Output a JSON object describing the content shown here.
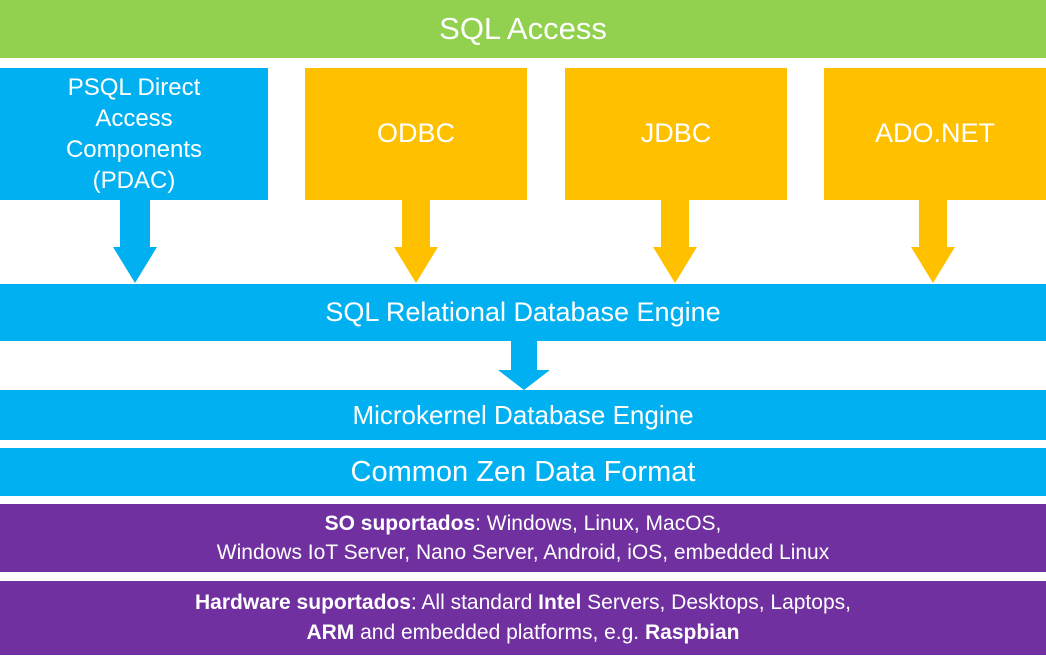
{
  "top": {
    "title": "SQL Access"
  },
  "access_boxes": [
    {
      "lines": [
        "PSQL Direct",
        "Access",
        "Components",
        "(PDAC)"
      ],
      "color": "#00b0f0"
    },
    {
      "lines": [
        "ODBC"
      ],
      "color": "#ffc000"
    },
    {
      "lines": [
        "JDBC"
      ],
      "color": "#ffc000"
    },
    {
      "lines": [
        "ADO.NET"
      ],
      "color": "#ffc000"
    }
  ],
  "engines": {
    "sql_relational": "SQL Relational Database Engine",
    "microkernel": "Microkernel Database Engine",
    "data_format": "Common Zen Data Format"
  },
  "os": {
    "label": "SO suportados",
    "line1_rest": ": Windows, Linux, MacOS,",
    "line2": "Windows IoT Server, Nano Server, Android, iOS, embedded Linux"
  },
  "hardware": {
    "label": "Hardware suportados",
    "seg1": ": All standard ",
    "intel": "Intel",
    "seg2": " Servers, Desktops, Laptops,",
    "arm": "ARM",
    "seg3": " and embedded platforms, e.g. ",
    "raspbian": "Raspbian"
  },
  "colors": {
    "green": "#92d050",
    "blue": "#00b0f0",
    "yellow": "#ffc000",
    "purple": "#7030a0"
  }
}
